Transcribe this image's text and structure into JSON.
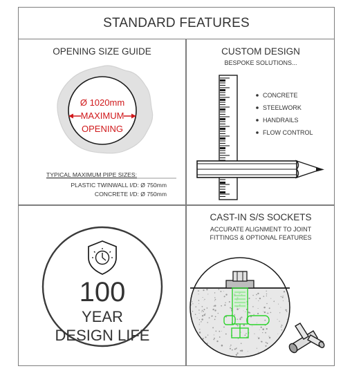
{
  "title": "STANDARD FEATURES",
  "opening": {
    "title": "OPENING SIZE GUIDE",
    "diameter": "Ø 1020mm",
    "line2": "MAXIMUM",
    "line3": "OPENING",
    "pipe_heading": "TYPICAL MAXIMUM PIPE SIZES:",
    "pipe_rows": [
      "PLASTIC TWINWALL I/D:  Ø 750mm",
      "CONCRETE I/D:  Ø 750mm"
    ],
    "accent_color": "#d0191b"
  },
  "custom": {
    "title": "CUSTOM DESIGN",
    "subtitle": "BESPOKE SOLUTIONS...",
    "bullets": [
      "CONCRETE",
      "STEELWORK",
      "HANDRAILS",
      "FLOW CONTROL"
    ],
    "icons": [
      "ruler-icon",
      "pencil-icon"
    ]
  },
  "life": {
    "number": "100",
    "line2": "YEAR",
    "line3": "DESIGN LIFE",
    "icon": "shield-clock-icon"
  },
  "sockets": {
    "title": "CAST-IN S/S SOCKETS",
    "subtitle_lines": [
      "ACCURATE ALIGNMENT TO JOINT",
      "FITTINGS & OPTIONAL FEATURES"
    ],
    "accent_color": "#2bd42b",
    "icons": [
      "socket-section-icon",
      "socket-fitting-icon"
    ]
  }
}
